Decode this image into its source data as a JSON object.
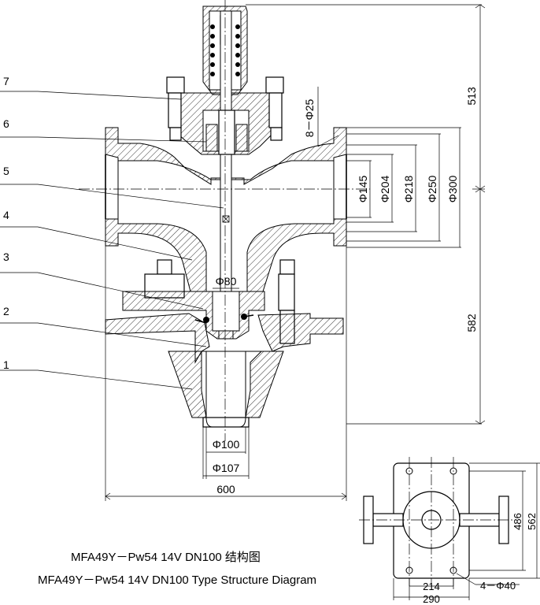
{
  "parts": [
    {
      "number": "1"
    },
    {
      "number": "2"
    },
    {
      "number": "3"
    },
    {
      "number": "4"
    },
    {
      "number": "5"
    },
    {
      "number": "6"
    },
    {
      "number": "7"
    }
  ],
  "dimensions": {
    "height_upper": "513",
    "height_lower": "582",
    "bolt_holes_flange": "8－Φ25",
    "d145": "Φ145",
    "d204": "Φ204",
    "d218": "Φ218",
    "d250": "Φ250",
    "d300": "Φ300",
    "d80": "Φ80",
    "d100": "Φ100",
    "d107": "Φ107",
    "width": "600",
    "plan_486": "486",
    "plan_562": "562",
    "plan_214": "214",
    "plan_290": "290",
    "plan_holes": "4－Φ40"
  },
  "caption": {
    "line1": "MFA49Y－Pw54 14V DN100 结构图",
    "line2": "MFA49Y－Pw54 14V DN100 Type Structure Diagram"
  }
}
